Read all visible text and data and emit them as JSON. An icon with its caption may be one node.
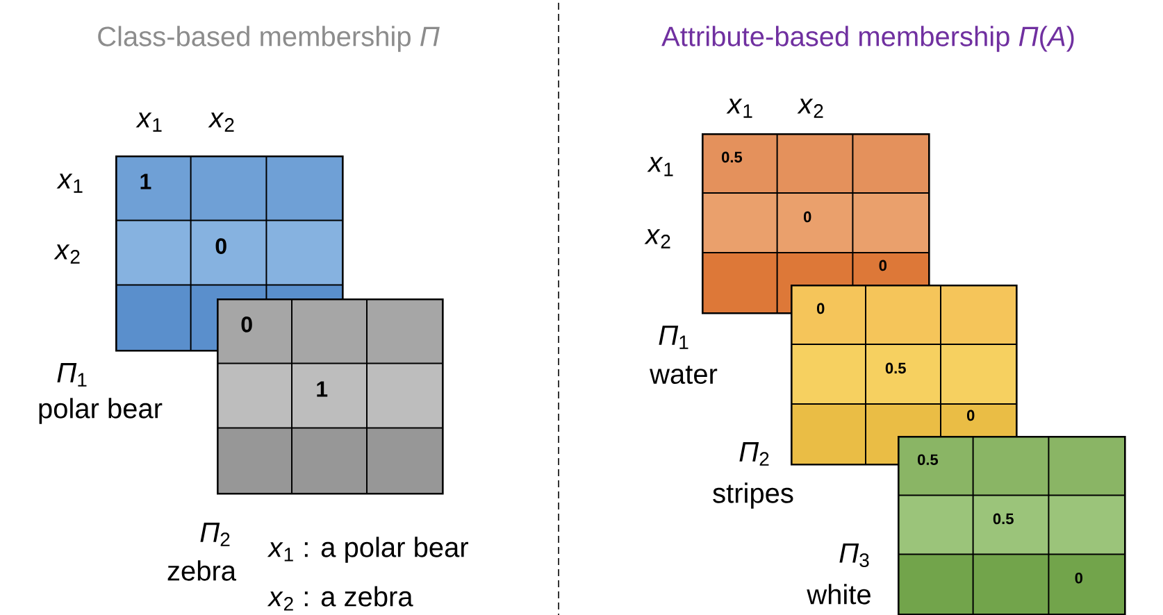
{
  "diagram": {
    "nodes": [
      {
        "text": [
          "1",
          "0"
        ],
        "beside": [
          "*Π*$_{1}$",
          "polar bear"
        ]
      },
      {
        "text": [
          "0",
          "1"
        ],
        "beside": [
          "*Π*$_{2}$",
          "zebra"
        ]
      },
      {
        "text": [
          "0.5",
          "0",
          "0"
        ],
        "beside": [
          "*Π*$_{1}$",
          "water"
        ]
      },
      {
        "text": [
          "0",
          "0.5",
          "0"
        ],
        "beside": [
          "*Π*$_{2}$",
          "stripes"
        ]
      },
      {
        "text": [
          "0.5",
          "0.5",
          "0"
        ],
        "beside": [
          "*Π*$_{3}$",
          "white"
        ]
      }
    ],
    "labels": [
      "Class-based membership *Π*",
      "*x*$_{1}$",
      "*x*$_{2}$",
      "*x*$_{1}$",
      "*x*$_{2}$",
      "*x*$_{1}$ : a polar bear",
      "*x*$_{2}$ : a zebra",
      "Attribute-based membership *Π*(*A*)",
      "*x*$_{1}$",
      "*x*$_{2}$",
      "*x*$_{1}$",
      "*x*$_{2}$"
    ]
  }
}
